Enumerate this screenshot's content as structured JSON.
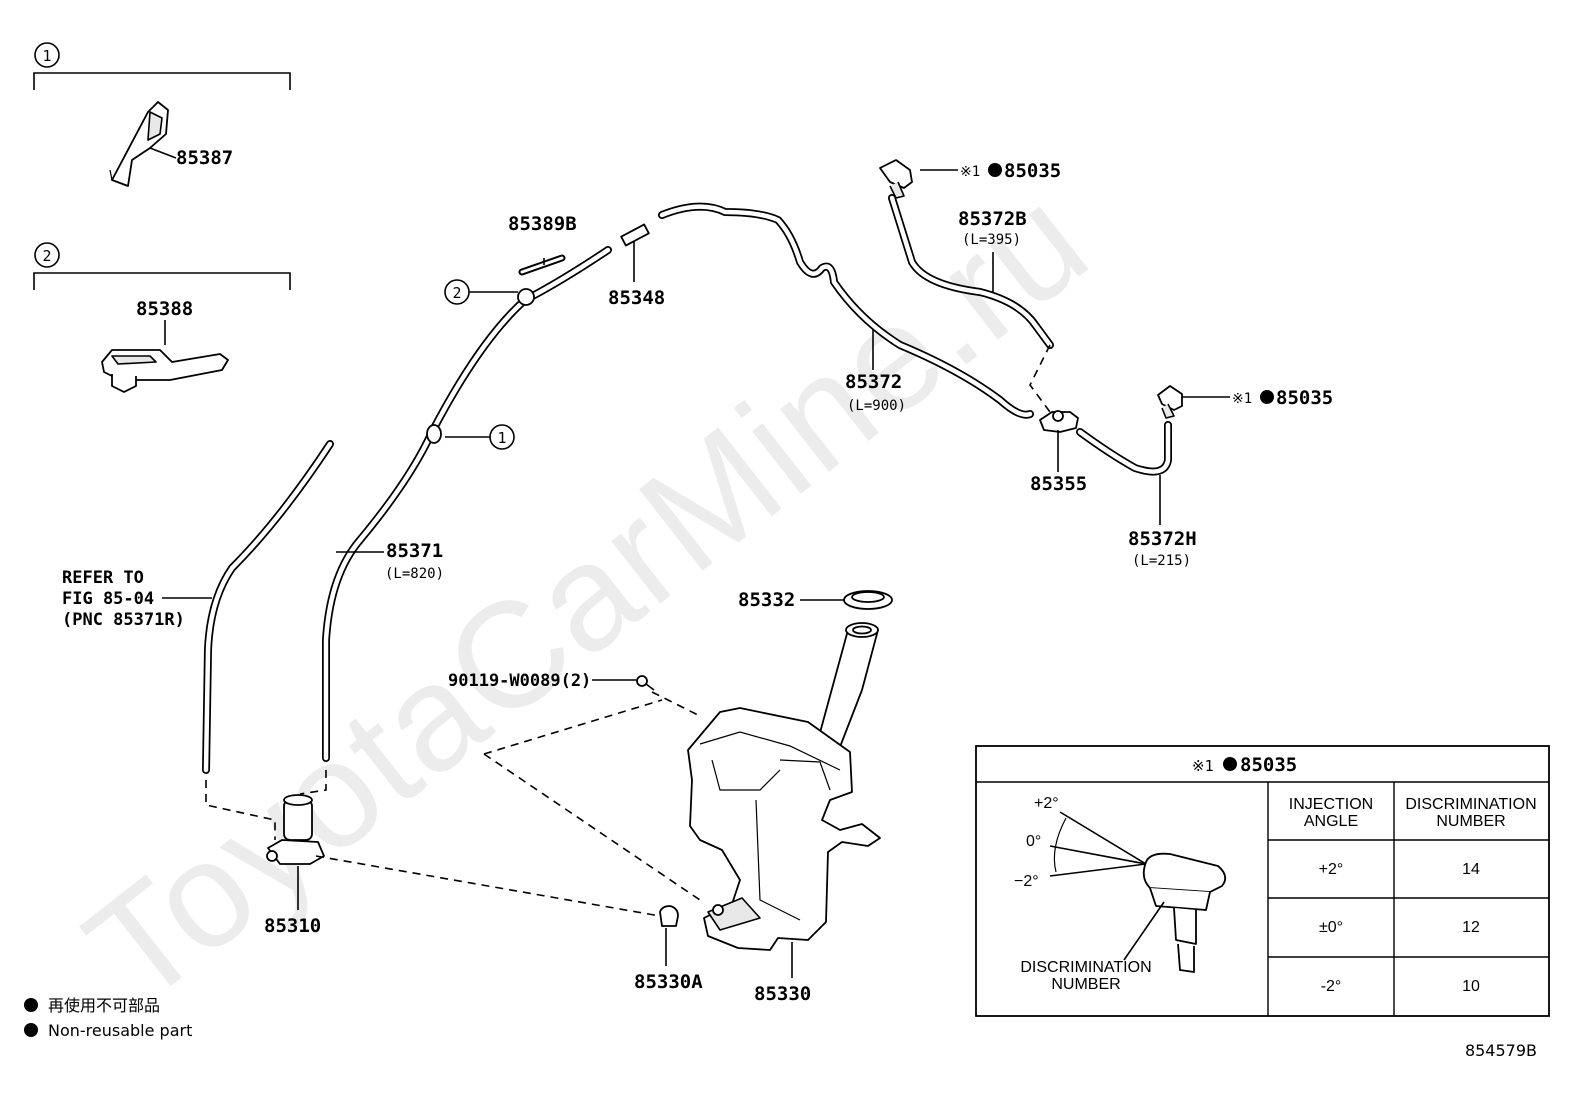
{
  "watermark": "ToyotaCarMine.ru",
  "groups": [
    {
      "marker": "1",
      "part": "85387"
    },
    {
      "marker": "2",
      "part": "85388"
    }
  ],
  "callouts": {
    "p85389B": "85389B",
    "p85348": "85348",
    "marker2": "2",
    "marker1": "1",
    "p85372": "85372",
    "p85372_len": "(L=900)",
    "p85372B": "85372B",
    "p85372B_len": "(L=395)",
    "p85035_top": "85035",
    "p85035_right": "85035",
    "ref_mark": "※1",
    "p85355": "85355",
    "p85372H": "85372H",
    "p85372H_len": "(L=215)",
    "p85371": "85371",
    "p85371_len": "(L=820)",
    "refer_line1": "REFER TO",
    "refer_line2": "FIG 85-04",
    "refer_line3": "(PNC 85371R)",
    "p85332": "85332",
    "bolt": "90119-W0089(2)",
    "p85310": "85310",
    "p85330A": "85330A",
    "p85330": "85330"
  },
  "nozzle_table": {
    "title_mark": "※1",
    "title_part": "85035",
    "headers": [
      [
        "INJECTION",
        "ANGLE"
      ],
      [
        "DISCRIMINATION",
        "NUMBER"
      ]
    ],
    "rows": [
      {
        "angle": "+2°",
        "number": "14"
      },
      {
        "angle": "±0°",
        "number": "12"
      },
      {
        "angle": "-2°",
        "number": "10"
      }
    ],
    "angle_labels": [
      "+2°",
      "0°",
      "−2°"
    ],
    "disc_label": [
      "DISCRIMINATION",
      "NUMBER"
    ]
  },
  "legend": [
    {
      "text": "再使用不可部品"
    },
    {
      "text": "Non-reusable part"
    }
  ],
  "drawing_number": "854579B"
}
